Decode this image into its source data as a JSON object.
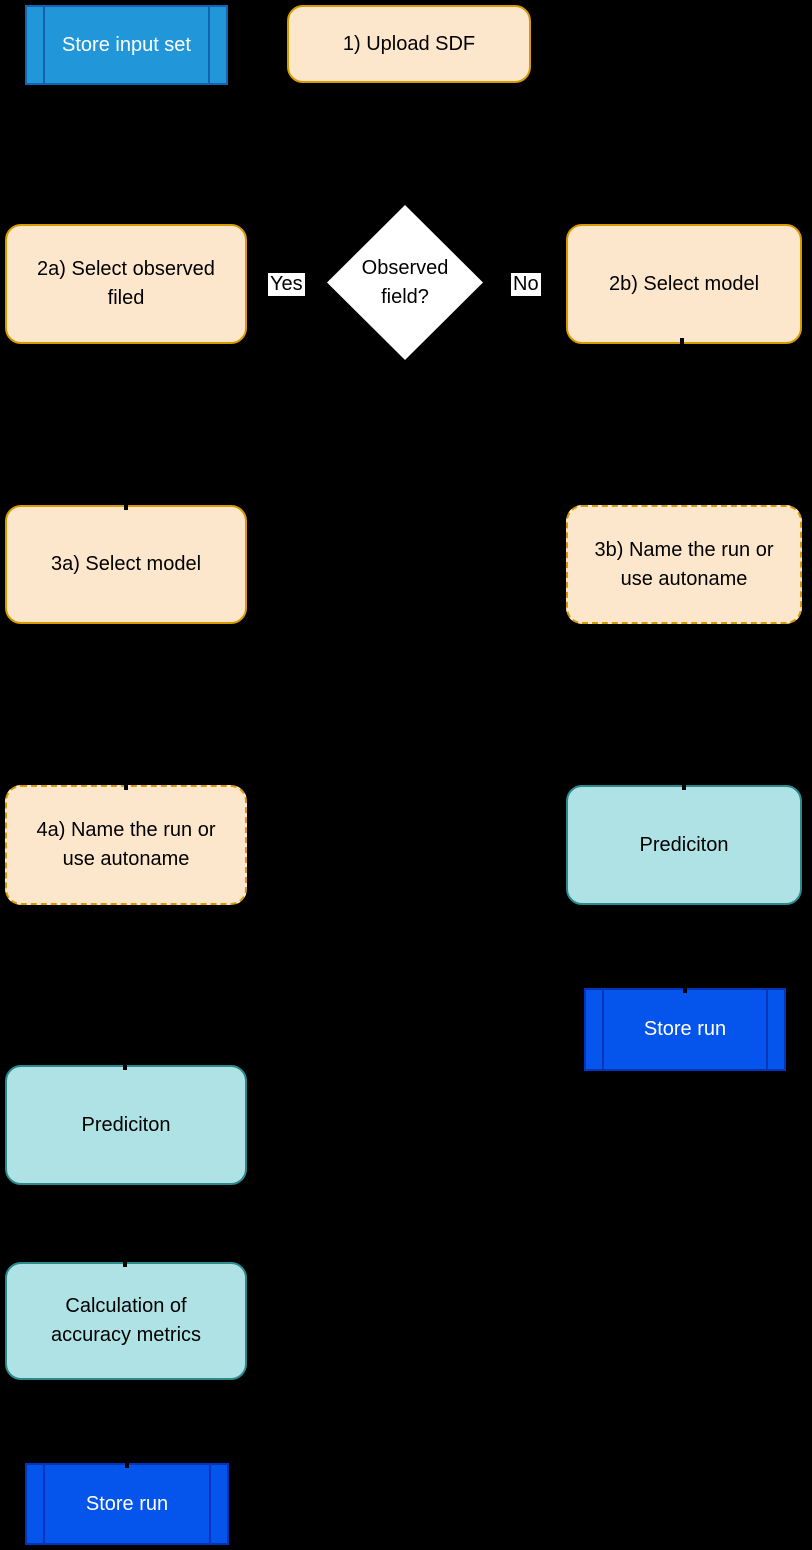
{
  "colors": {
    "background": "#000000",
    "peach_fill": "#FCE6CC",
    "peach_stroke": "#D79B00",
    "azure_fill": "#2196D8",
    "azure_stroke": "#1463B2",
    "royal_fill": "#0554EC",
    "royal_stroke": "#0434B8",
    "teal_fill": "#AEE2E4",
    "teal_stroke": "#2B8A8C",
    "decision_fill": "#FFFFFF",
    "text_dark": "#000000",
    "text_light": "#FFFFFF"
  },
  "nodes": {
    "store_input_set": "Store input set",
    "upload_sdf": "1) Upload SDF",
    "decision_observed_field": "Observed\nfield?",
    "select_observed_field": "2a) Select observed\nfiled",
    "select_model_right": "2b) Select model",
    "select_model_left": "3a) Select model",
    "name_run_right": "3b) Name the run or\nuse autoname",
    "name_run_left": "4a) Name the run or\nuse autoname",
    "prediction_right": "Prediciton",
    "prediction_left": "Prediciton",
    "store_run_right": "Store run",
    "store_run_left": "Store run",
    "calculation_metrics": "Calculation of\naccuracy metrics"
  },
  "edge_labels": {
    "yes": "Yes",
    "no": "No"
  }
}
